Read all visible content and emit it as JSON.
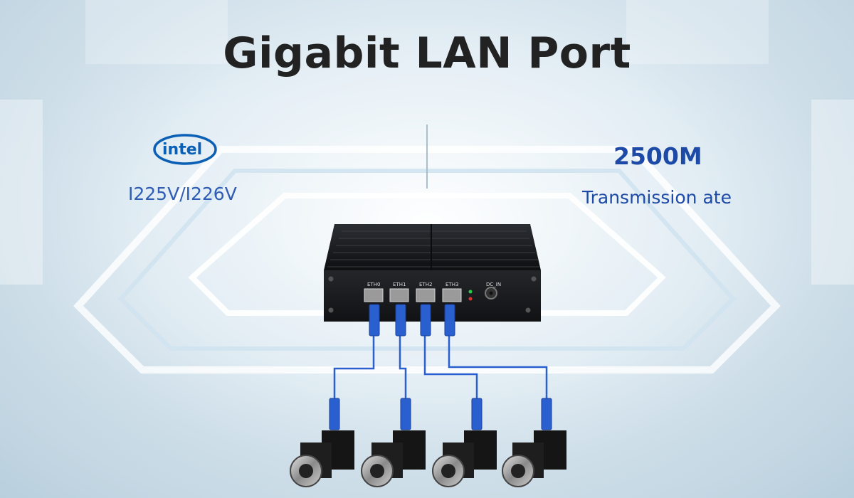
{
  "title": "Gigabit LAN Port",
  "chipset": {
    "brand_logo_text": "intel",
    "model": "I225V/I226V"
  },
  "speed": {
    "value": "2500M",
    "label": "Transmission ate"
  },
  "device": {
    "ports": [
      "ETH0",
      "ETH1",
      "ETH2",
      "ETH3"
    ],
    "power_label": "DC_IN"
  },
  "colors": {
    "cable": "#2a5fcf",
    "text_blue": "#2e5db5",
    "title": "#222222"
  },
  "icons": [
    "intel-logo-icon",
    "camera-icon"
  ]
}
